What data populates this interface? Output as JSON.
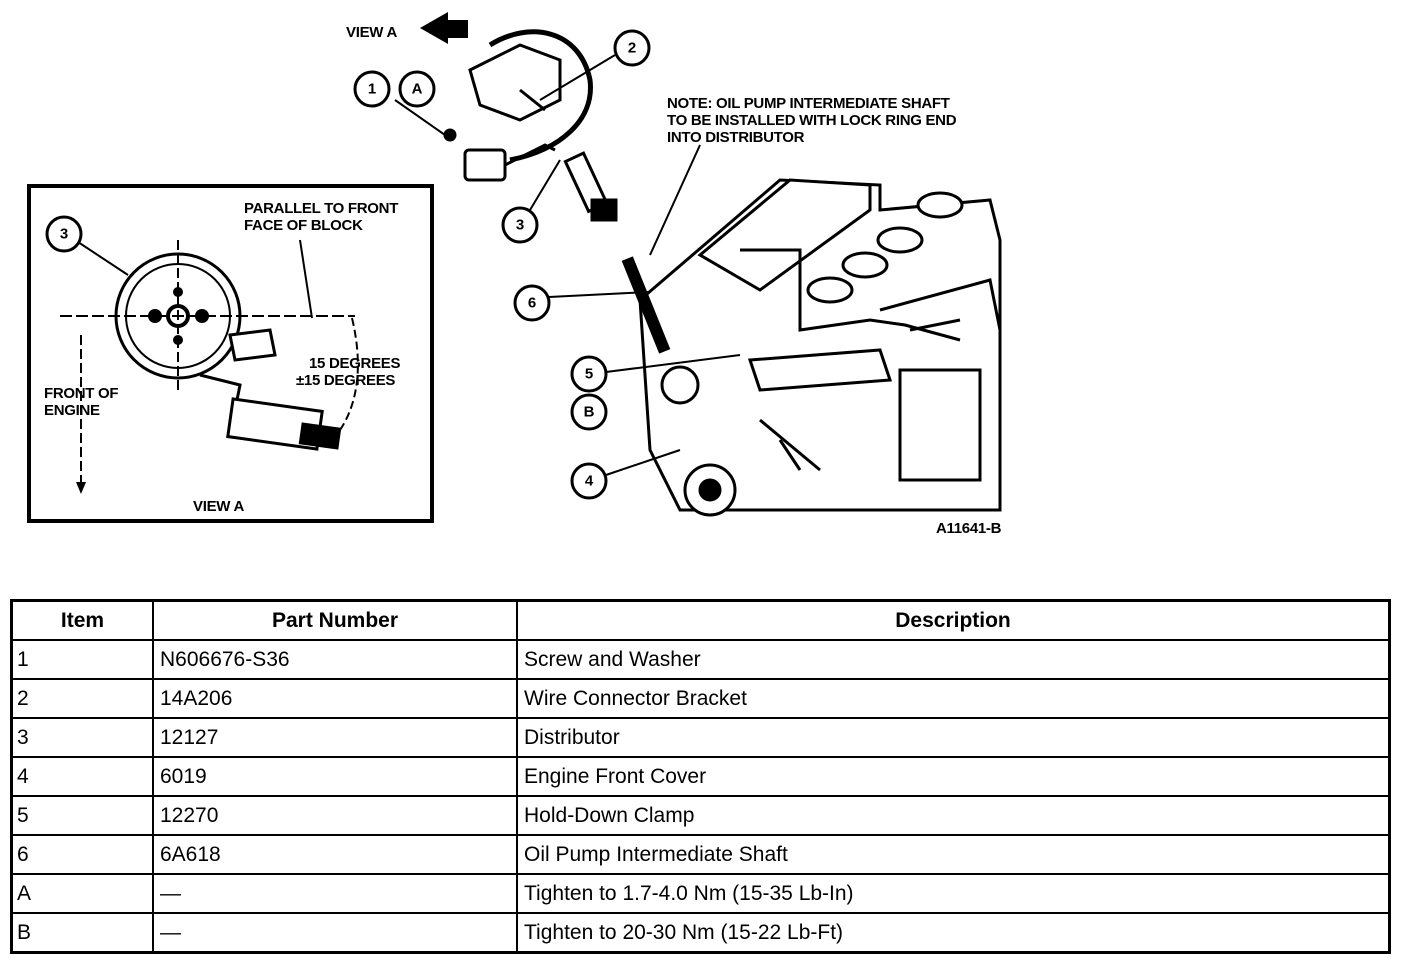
{
  "figure": {
    "view_a_top": "VIEW A",
    "note": [
      "NOTE: OIL PUMP INTERMEDIATE SHAFT",
      "TO BE INSTALLED WITH LOCK RING END",
      "INTO DISTRIBUTOR"
    ],
    "inset": {
      "parallel": [
        "PARALLEL TO FRONT",
        "FACE OF BLOCK"
      ],
      "degrees": [
        "15 DEGREES",
        "±15 DEGREES"
      ],
      "front": [
        "FRONT OF",
        "ENGINE"
      ],
      "view_a_caption": "VIEW A"
    },
    "figure_id": "A11641-B",
    "callouts": [
      "1",
      "A",
      "2",
      "3",
      "3",
      "6",
      "5",
      "B",
      "4"
    ]
  },
  "table": {
    "headers": [
      "Item",
      "Part Number",
      "Description"
    ],
    "rows": [
      [
        "1",
        "N606676-S36",
        "Screw and Washer"
      ],
      [
        "2",
        "14A206",
        "Wire Connector Bracket"
      ],
      [
        "3",
        "12127",
        "Distributor"
      ],
      [
        "4",
        "6019",
        "Engine Front Cover"
      ],
      [
        "5",
        "12270",
        "Hold-Down Clamp"
      ],
      [
        "6",
        "6A618",
        "Oil Pump Intermediate Shaft"
      ],
      [
        "A",
        "—",
        "Tighten to 1.7-4.0 Nm (15-35 Lb-In)"
      ],
      [
        "B",
        "—",
        "Tighten to 20-30 Nm (15-22 Lb-Ft)"
      ]
    ]
  }
}
